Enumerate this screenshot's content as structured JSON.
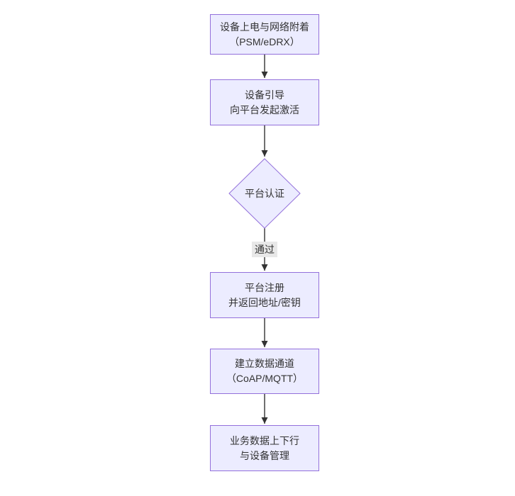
{
  "diagram": {
    "type": "flowchart",
    "direction": "top-down",
    "nodes": [
      {
        "id": "power-attach",
        "shape": "rect",
        "line1": "设备上电与网络附着",
        "line2": "（PSM/eDRX）"
      },
      {
        "id": "bootstrap",
        "shape": "rect",
        "line1": "设备引导",
        "line2": "向平台发起激活"
      },
      {
        "id": "platform-auth",
        "shape": "diamond",
        "line1": "平台认证",
        "line2": ""
      },
      {
        "id": "platform-register",
        "shape": "rect",
        "line1": "平台注册",
        "line2": "并返回地址/密钥"
      },
      {
        "id": "data-channel",
        "shape": "rect",
        "line1": "建立数据通道",
        "line2": "（CoAP/MQTT）"
      },
      {
        "id": "business-mgmt",
        "shape": "rect",
        "line1": "业务数据上下行",
        "line2": "与设备管理"
      }
    ],
    "edge_labels": [
      {
        "from": "platform-auth",
        "to": "platform-register",
        "text": "通过"
      }
    ],
    "colors": {
      "node_fill": "#ECECFF",
      "node_border": "#9370DB",
      "text": "#333333",
      "arrow": "#333333",
      "edge_label_bg": "#e8e8e8",
      "background": "#ffffff"
    }
  }
}
